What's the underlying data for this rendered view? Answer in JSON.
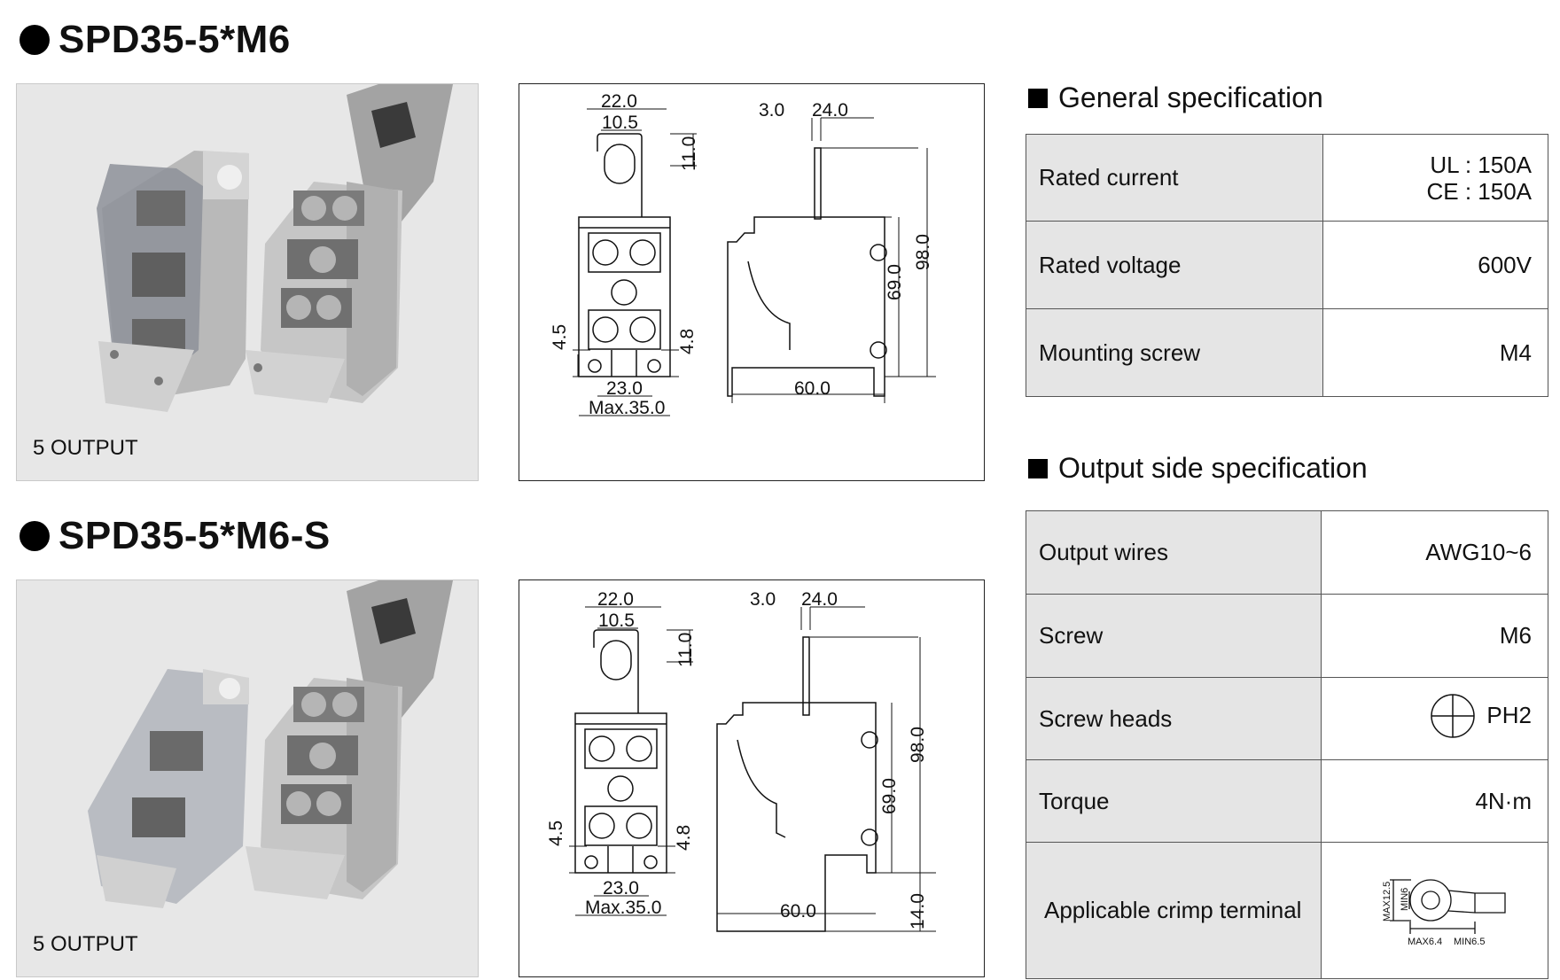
{
  "product1": {
    "title": "SPD35-5*M6",
    "photo_caption": "5 OUTPUT",
    "dims": {
      "w22": "22.0",
      "w105": "10.5",
      "h11": "11.0",
      "t3": "3.0",
      "t24": "24.0",
      "h98": "98.0",
      "h69": "69.0",
      "h45": "4.5",
      "h48": "4.8",
      "w23": "23.0",
      "wmax": "Max.35.0",
      "w60": "60.0"
    }
  },
  "product2": {
    "title": "SPD35-5*M6-S",
    "photo_caption": "5 OUTPUT",
    "dims": {
      "w22": "22.0",
      "w105": "10.5",
      "h11": "11.0",
      "t3": "3.0",
      "t24": "24.0",
      "h98": "98.0",
      "h69": "69.0",
      "h45": "4.5",
      "h48": "4.8",
      "w23": "23.0",
      "wmax": "Max.35.0",
      "w60": "60.0",
      "h14": "14.0"
    }
  },
  "general_spec": {
    "title": "General specification",
    "rows": [
      {
        "label": "Rated current",
        "value_line1": "UL : 150A",
        "value_line2": "CE : 150A"
      },
      {
        "label": "Rated voltage",
        "value": "600V"
      },
      {
        "label": "Mounting screw",
        "value": "M4"
      }
    ]
  },
  "output_spec": {
    "title": "Output side specification",
    "rows": [
      {
        "label": "Output wires",
        "value": "AWG10~6"
      },
      {
        "label": "Screw",
        "value": "M6"
      },
      {
        "label": "Screw heads",
        "value": "PH2",
        "icon": "phillips-head-icon"
      },
      {
        "label": "Torque",
        "value": "4N·m"
      },
      {
        "label": "Applicable crimp terminal",
        "terminal": {
          "max_h": "MAX12.5",
          "min_h": "MIN6",
          "max_w": "MAX6.4",
          "min_w": "MIN6.5"
        }
      }
    ]
  },
  "colors": {
    "table_label_bg": "#e5e5e5",
    "photo_bg": "#e7e7e7",
    "metal": "#9a9a9a",
    "cover": "#8d9199"
  }
}
